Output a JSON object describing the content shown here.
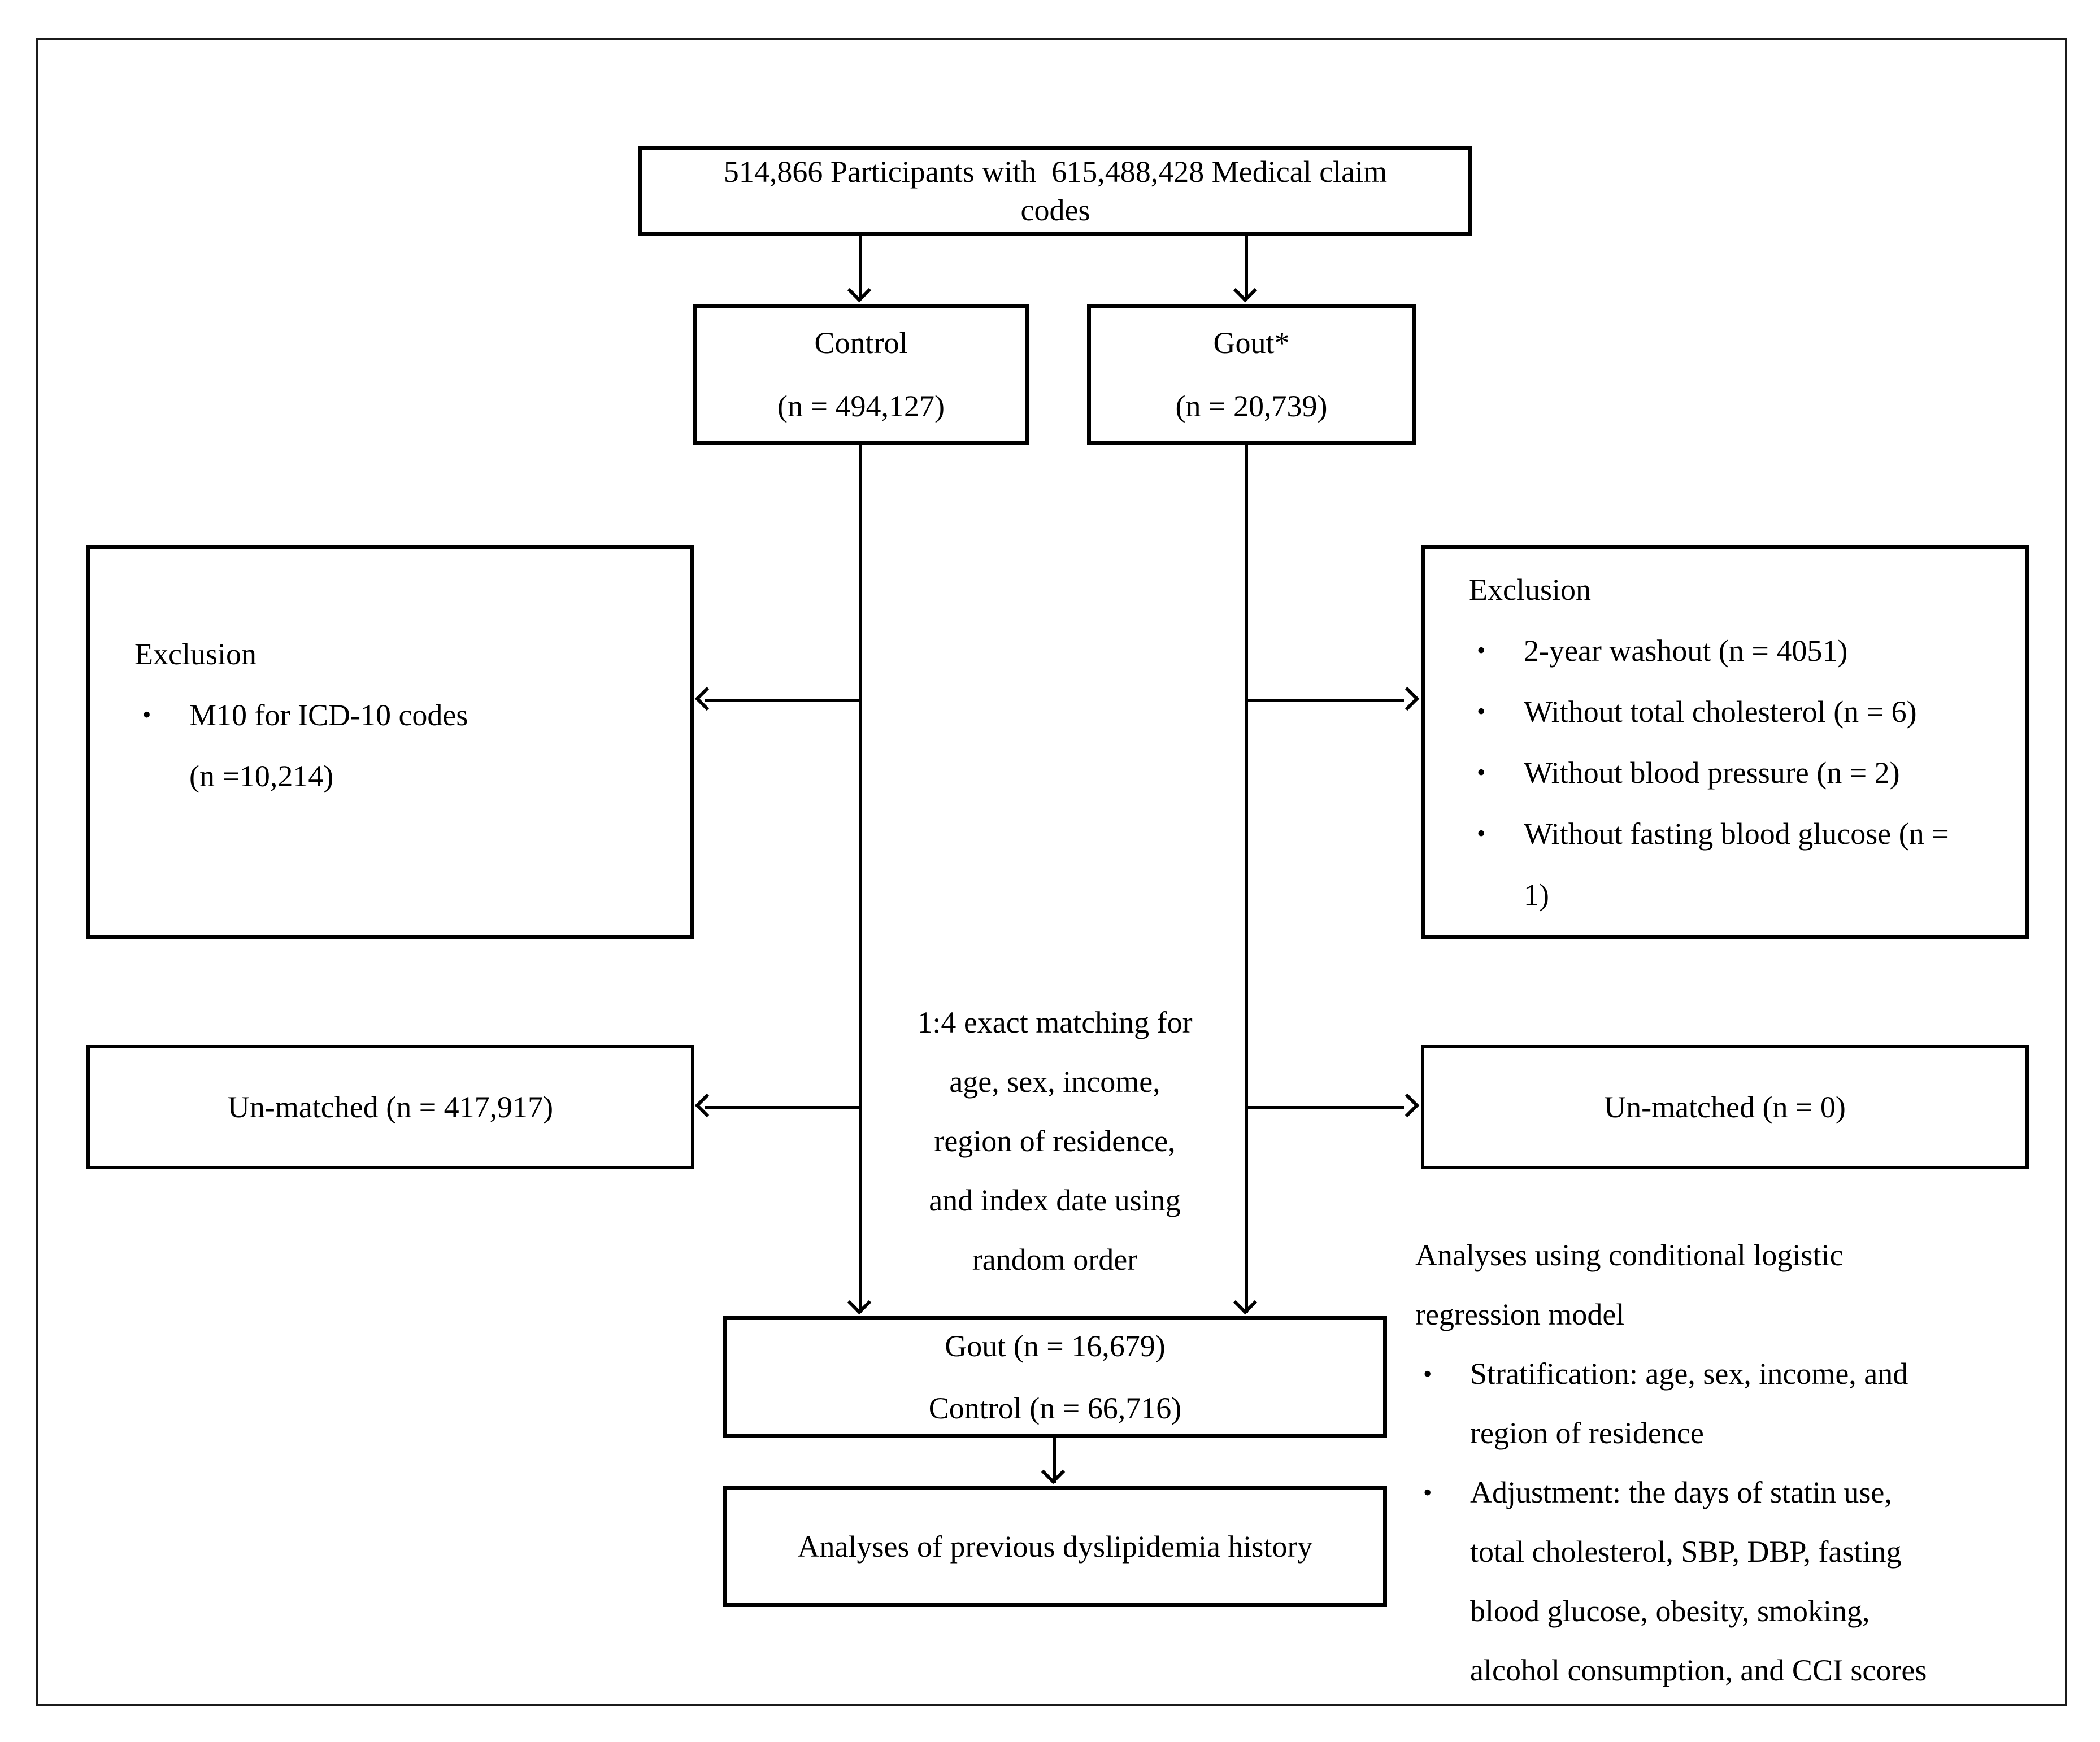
{
  "figure": {
    "top_box": {
      "line1": "514,866 Participants with  615,488,428 Medical claim",
      "line2": "codes"
    },
    "control_box": {
      "title": "Control",
      "n": "(n = 494,127)"
    },
    "gout_box": {
      "title": "Gout*",
      "n": "(n = 20,739)"
    },
    "exclusion_left": {
      "lines": [
        {
          "text": "Exclusion"
        },
        {
          "text": "M10 for ICD-10 codes",
          "bullet": true
        },
        {
          "text": "(n =10,214)",
          "indent": 1
        }
      ]
    },
    "exclusion_right": {
      "lines": [
        {
          "text": "Exclusion"
        },
        {
          "text": "2-year washout (n = 4051)",
          "bullet": true
        },
        {
          "text": "Without total cholesterol (n = 6)",
          "bullet": true
        },
        {
          "text": "Without blood pressure (n = 2)",
          "bullet": true
        },
        {
          "text": "Without fasting blood glucose (n =",
          "bullet": true
        },
        {
          "text": "1)",
          "indent": 1
        }
      ]
    },
    "unmatched_left": {
      "label": "Un-matched (n = 417,917)"
    },
    "unmatched_right": {
      "label": "Un-matched (n = 0)"
    },
    "matching_note": {
      "lines": [
        "1:4 exact matching for",
        "age, sex, income,",
        "region of residence,",
        "and index date using",
        "random order"
      ]
    },
    "matched_box": {
      "line1": "Gout (n = 16,679)",
      "line2": "Control (n = 66,716)"
    },
    "analyses_box": {
      "label": "Analyses of previous dyslipidemia history"
    },
    "right_note": {
      "lines": [
        {
          "text": "Analyses using conditional logistic"
        },
        {
          "text": "regression model"
        },
        {
          "text": "Stratification: age, sex, income, and",
          "bullet": true
        },
        {
          "text": "region of residence",
          "indent": 1
        },
        {
          "text": "Adjustment: the days of statin use,",
          "bullet": true
        },
        {
          "text": "total cholesterol, SBP, DBP, fasting",
          "indent": 1
        },
        {
          "text": "blood glucose, obesity, smoking,",
          "indent": 1
        },
        {
          "text": "alcohol consumption, and CCI scores",
          "indent": 1
        }
      ]
    }
  },
  "colors": {
    "line": "#000000",
    "border": "#1b1b1b",
    "background": "#ffffff"
  }
}
